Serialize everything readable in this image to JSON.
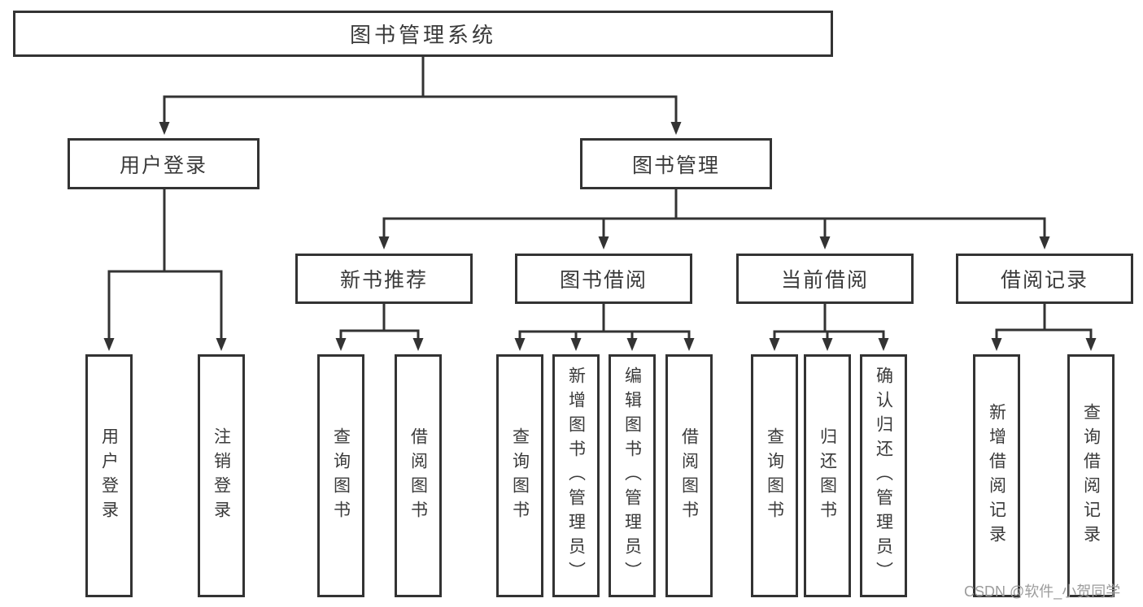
{
  "nodes": {
    "root": {
      "label": "图书管理系统"
    },
    "user_login": {
      "label": "用户登录"
    },
    "book_mgmt": {
      "label": "图书管理"
    },
    "new_book_rec": {
      "label": "新书推荐"
    },
    "book_borrow": {
      "label": "图书借阅"
    },
    "current_borrow": {
      "label": "当前借阅"
    },
    "borrow_records": {
      "label": "借阅记录"
    },
    "leaf_user_login": {
      "label": "用户登录"
    },
    "leaf_logout": {
      "label": "注销登录"
    },
    "leaf_query_books_1": {
      "label": "查询图书"
    },
    "leaf_borrow_books_1": {
      "label": "借阅图书"
    },
    "leaf_query_books_2": {
      "label": "查询图书"
    },
    "leaf_add_books": {
      "label": "新增图书（管理员）"
    },
    "leaf_edit_books": {
      "label": "编辑图书（管理员）"
    },
    "leaf_borrow_books_2": {
      "label": "借阅图书"
    },
    "leaf_query_books_3": {
      "label": "查询图书"
    },
    "leaf_return_books": {
      "label": "归还图书"
    },
    "leaf_confirm_return": {
      "label": "确认归还（管理员）"
    },
    "leaf_add_borrow_record": {
      "label": "新增借阅记录"
    },
    "leaf_query_borrow_record": {
      "label": "查询借阅记录"
    }
  },
  "watermark": {
    "text": "CSDN @软件_小贺同学"
  },
  "colors": {
    "line": "#333333",
    "box_border": "#333333",
    "text": "#3a3a3a",
    "watermark": "#9c9c9c",
    "background": "#ffffff"
  }
}
